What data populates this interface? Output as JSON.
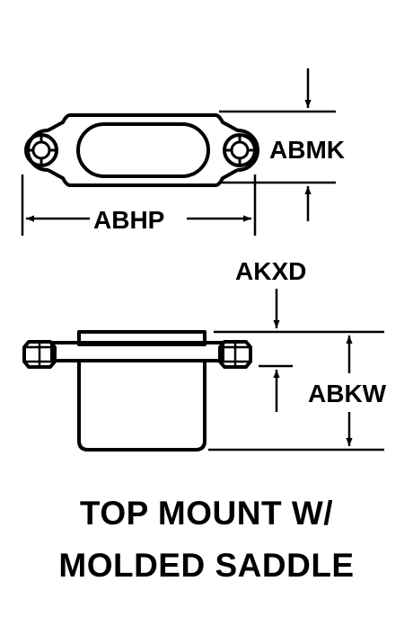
{
  "labels": {
    "abmk": "ABMK",
    "abhp": "ABHP",
    "akxd": "AKXD",
    "abkw": "ABKW"
  },
  "caption": {
    "line1": "TOP MOUNT W/",
    "line2": "MOLDED SADDLE"
  },
  "colors": {
    "ink": "#000000",
    "background": "#ffffff"
  }
}
